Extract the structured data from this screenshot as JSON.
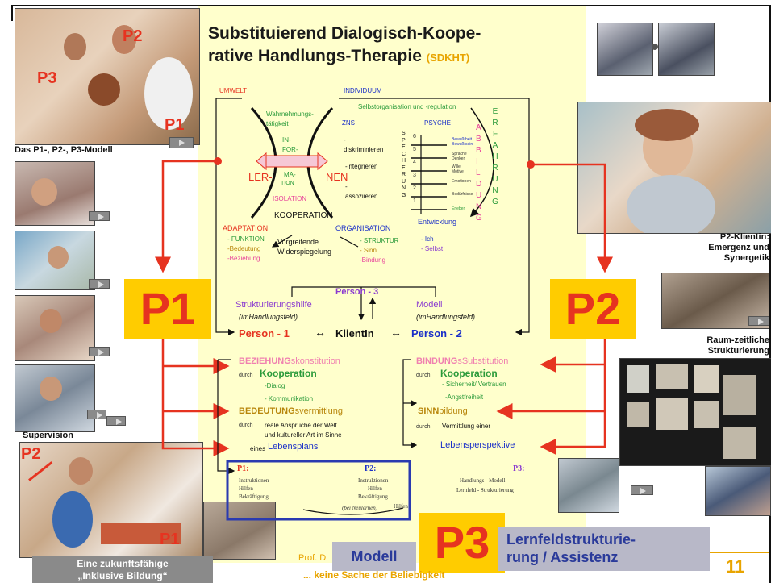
{
  "title_line1": "Substituierend Dialogisch-Koope-",
  "title_line2": "rative Handlungs-Therapie",
  "title_abbr": "(SDKHT)",
  "page_number": "11",
  "footer_prof": "Prof. D",
  "footer_slogan": "... keine Sache der Beliebigkeit",
  "photo_caption_p123": "Das P1-, P2-, P3-Modell",
  "photo_caption_supervision": "Supervision",
  "photo_caption_emergenz": "P2-Klientin:\nEmergenz und\nSynergetik",
  "photo_caption_raum": "Raum-zeitliche\nStrukturierung",
  "photo_caption_inklusiv": "Eine zukunftsfähige\n„Inklusive Bildung“",
  "photo_labels": {
    "p1": "P1",
    "p2": "P2",
    "p3": "P3"
  },
  "big_p1": "P1",
  "big_p2": "P2",
  "big_p3": "P3",
  "modell_box": "Modell",
  "lernfeld_box": "Lernfeldstrukturie-\nrung / Assistenz",
  "diagram": {
    "umwelt": "UMWELT",
    "individuum": "INDIVIDUUM",
    "wahrnehmung": "Wahrnehmungs-\ntätigkeit",
    "selbstorg": "Selbstorganisation und -regulation",
    "zns": "ZNS",
    "psyche": "PSYCHE",
    "inform": "IN-\nFOR-",
    "ma": "MA-",
    "tion": "TION",
    "ler": "LER-",
    "nen": "NEN",
    "isolation": "ISOLATION",
    "kooperation": "KOOPERATION",
    "diskriminieren": "-\ndiskriminieren",
    "integrieren": "-integrieren",
    "assoziieren": "-\nassoziieren",
    "speicherung": "SPEICHERUNG",
    "levels": [
      "6",
      "5",
      "4",
      "3",
      "2",
      "1"
    ],
    "level_labels": [
      "Bewußtheit\nBewußtsein",
      "Sprache\nDenken",
      "Wille\nMotive",
      "Emotionen",
      "Bedürfnisse",
      "Erleben"
    ],
    "erfahrung": "ERFAHRUNG",
    "abbildung": "ABBILDUNG",
    "entwicklung": "Entwicklung",
    "adaptation": "ADAPTATION",
    "adapt_items": [
      "- FUNKTION",
      "-Bedeutung",
      "-Beziehung"
    ],
    "vorgreifende": "Vorgreifende\nWiderspiegelung",
    "organisation": "ORGANISATION",
    "org_items": [
      "- STRUKTUR",
      "- Sinn",
      "-Bindung"
    ],
    "ich": "- Ich",
    "selbst": "- Selbst"
  },
  "person3": "Person - 3",
  "strukturierungshilfe": "Strukturierungshilfe",
  "im_handlungsfeld_1": "(imHandlungsfeld)",
  "modell_label": "Modell",
  "im_handlungsfeld_2": "(imHandlungsfeld)",
  "person1": "Person - 1",
  "klientin": "KlientIn",
  "person2": "Person - 2",
  "arrow_sym": "↔",
  "left_col": {
    "bez_caps": "BEZIEHUNG",
    "bez_rest": "skonstitution",
    "durch": "durch",
    "kooperation": "Kooperation",
    "dialog": "-Dialog",
    "kommunikation": "- Kommunikation",
    "bed_caps": "BEDEUTUNG",
    "bed_rest": "svermittlung",
    "durch2": "durch",
    "real": "reale Ansprüche der Welt\nund kultureller Art im Sinne",
    "eines": "eines",
    "lebensplan": "Lebensplans"
  },
  "right_col": {
    "bind_caps": "BINDUNG",
    "bind_rest": "sSubstitution",
    "durch": "durch",
    "kooperation": "Kooperation",
    "sicherheit": "- Sicherheit/ Vertrauen",
    "angst": "-Angstfreiheit",
    "sinn_caps": "SINN",
    "sinn_rest": "bildung",
    "durch2": "durch",
    "vermittlung": "Vermittlung einer",
    "lebensperspektive": "Lebensperspektive"
  },
  "bottom": {
    "p1": "P1:",
    "p1_items": [
      "Instruktionen",
      "Hilfen",
      "Bekräftigung"
    ],
    "p2": "P2:",
    "p2_items": [
      "Instruktionen",
      "Hilfen",
      "Bekräftigung"
    ],
    "neulernen": "(bei Neulernen)",
    "hilfen": "Hilfen",
    "p3": "P3:",
    "p3_items": [
      "Handlungs - Modell",
      "Lernfeld - Strukturierung"
    ]
  },
  "colors": {
    "yellow_bg": "#ffffcc",
    "red": "#e63320",
    "gold": "#ffcc00",
    "blue_box": "#2a3ab0"
  }
}
